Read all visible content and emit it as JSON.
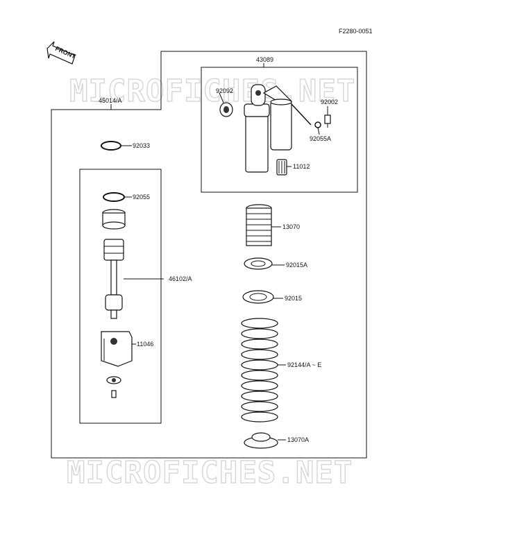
{
  "figure_code": "F2280-0051",
  "front_label": "FRONT",
  "watermark": "MICROFICHES.NET",
  "parts": {
    "p43089": "43089",
    "p45014A": "45014/A",
    "p92092": "92092",
    "p92002": "92002",
    "p92055A": "92055A",
    "p11012": "11012",
    "p92033": "92033",
    "p92055": "92055",
    "p13070": "13070",
    "p92015A": "92015A",
    "p46102A": "46102/A",
    "p92015": "92015",
    "p11046": "11046",
    "p92144": "92144/A ~ E",
    "p13070A": "13070A"
  }
}
